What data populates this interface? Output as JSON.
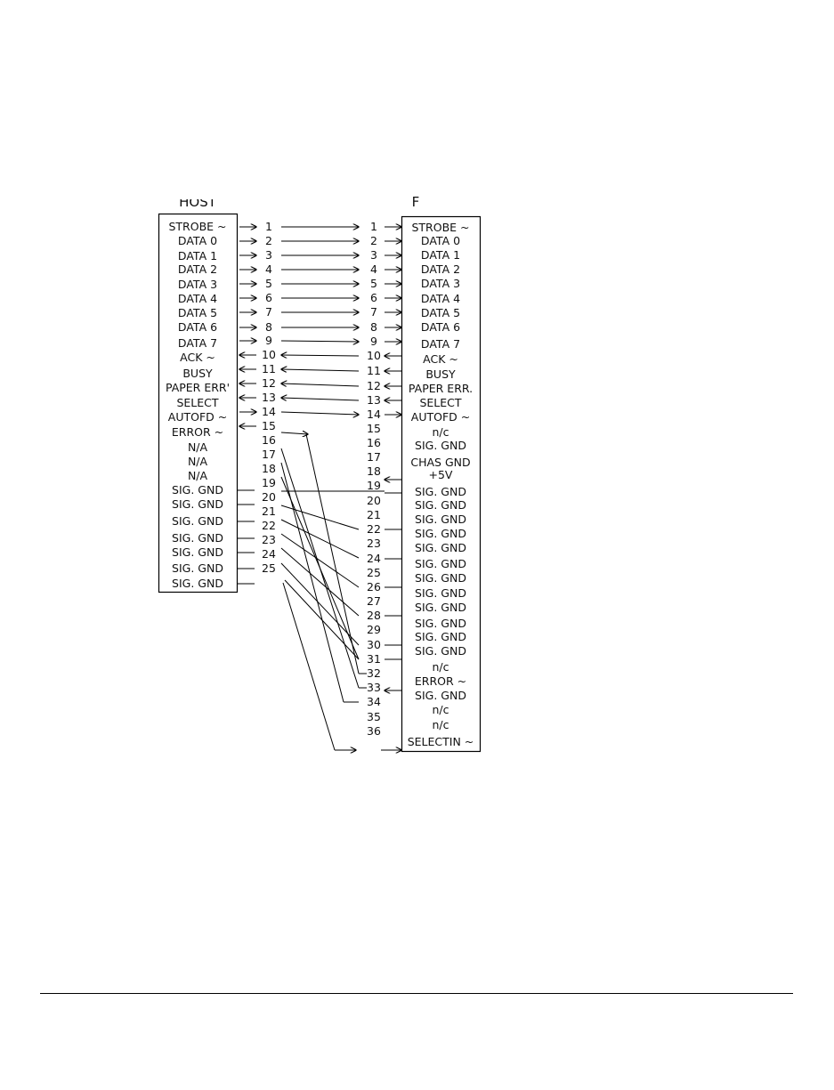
{
  "left_header": "HOST",
  "right_header": "F",
  "left_labels": [
    "STROBE ~",
    "DATA 0",
    "DATA 1",
    "DATA 2",
    "DATA 3",
    "DATA 4",
    "DATA 5",
    "DATA 6",
    "DATA 7",
    "ACK ~",
    "BUSY",
    "PAPER ERR'",
    "SELECT",
    "AUTOFD ~",
    "ERROR ~",
    "N/A",
    "N/A",
    "N/A",
    "SIG. GND",
    "SIG. GND",
    "SIG. GND",
    "SIG. GND",
    "SIG. GND",
    "SIG. GND",
    "SIG. GND"
  ],
  "left_pins": [
    "1",
    "2",
    "3",
    "4",
    "5",
    "6",
    "7",
    "8",
    "9",
    "10",
    "11",
    "12",
    "13",
    "14",
    "15",
    "16",
    "17",
    "18",
    "19",
    "20",
    "21",
    "22",
    "23",
    "24",
    "25"
  ],
  "right_pins": [
    "1",
    "2",
    "3",
    "4",
    "5",
    "6",
    "7",
    "8",
    "9",
    "10",
    "11",
    "12",
    "13",
    "14",
    "15",
    "16",
    "17",
    "18",
    "19",
    "20",
    "21",
    "22",
    "23",
    "24",
    "25",
    "26",
    "27",
    "28",
    "29",
    "30",
    "31",
    "32",
    "33",
    "34",
    "35",
    "36"
  ],
  "right_labels": [
    "STROBE ~",
    "DATA 0",
    "DATA 1",
    "DATA 2",
    "DATA 3",
    "DATA 4",
    "DATA 5",
    "DATA 6",
    "DATA 7",
    "ACK ~",
    "BUSY",
    "PAPER ERR.",
    "SELECT",
    "AUTOFD ~",
    "n/c",
    "SIG. GND",
    "CHAS GND",
    "+5V",
    "SIG. GND",
    "SIG. GND",
    "SIG. GND",
    "SIG. GND",
    "SIG. GND",
    "SIG. GND",
    "SIG. GND",
    "SIG. GND",
    "SIG. GND",
    "SIG. GND",
    "SIG. GND",
    "SIG. GND",
    "n/c",
    "ERROR ~",
    "SIG. GND",
    "n/c",
    "n/c",
    "SELECTIN ~"
  ]
}
